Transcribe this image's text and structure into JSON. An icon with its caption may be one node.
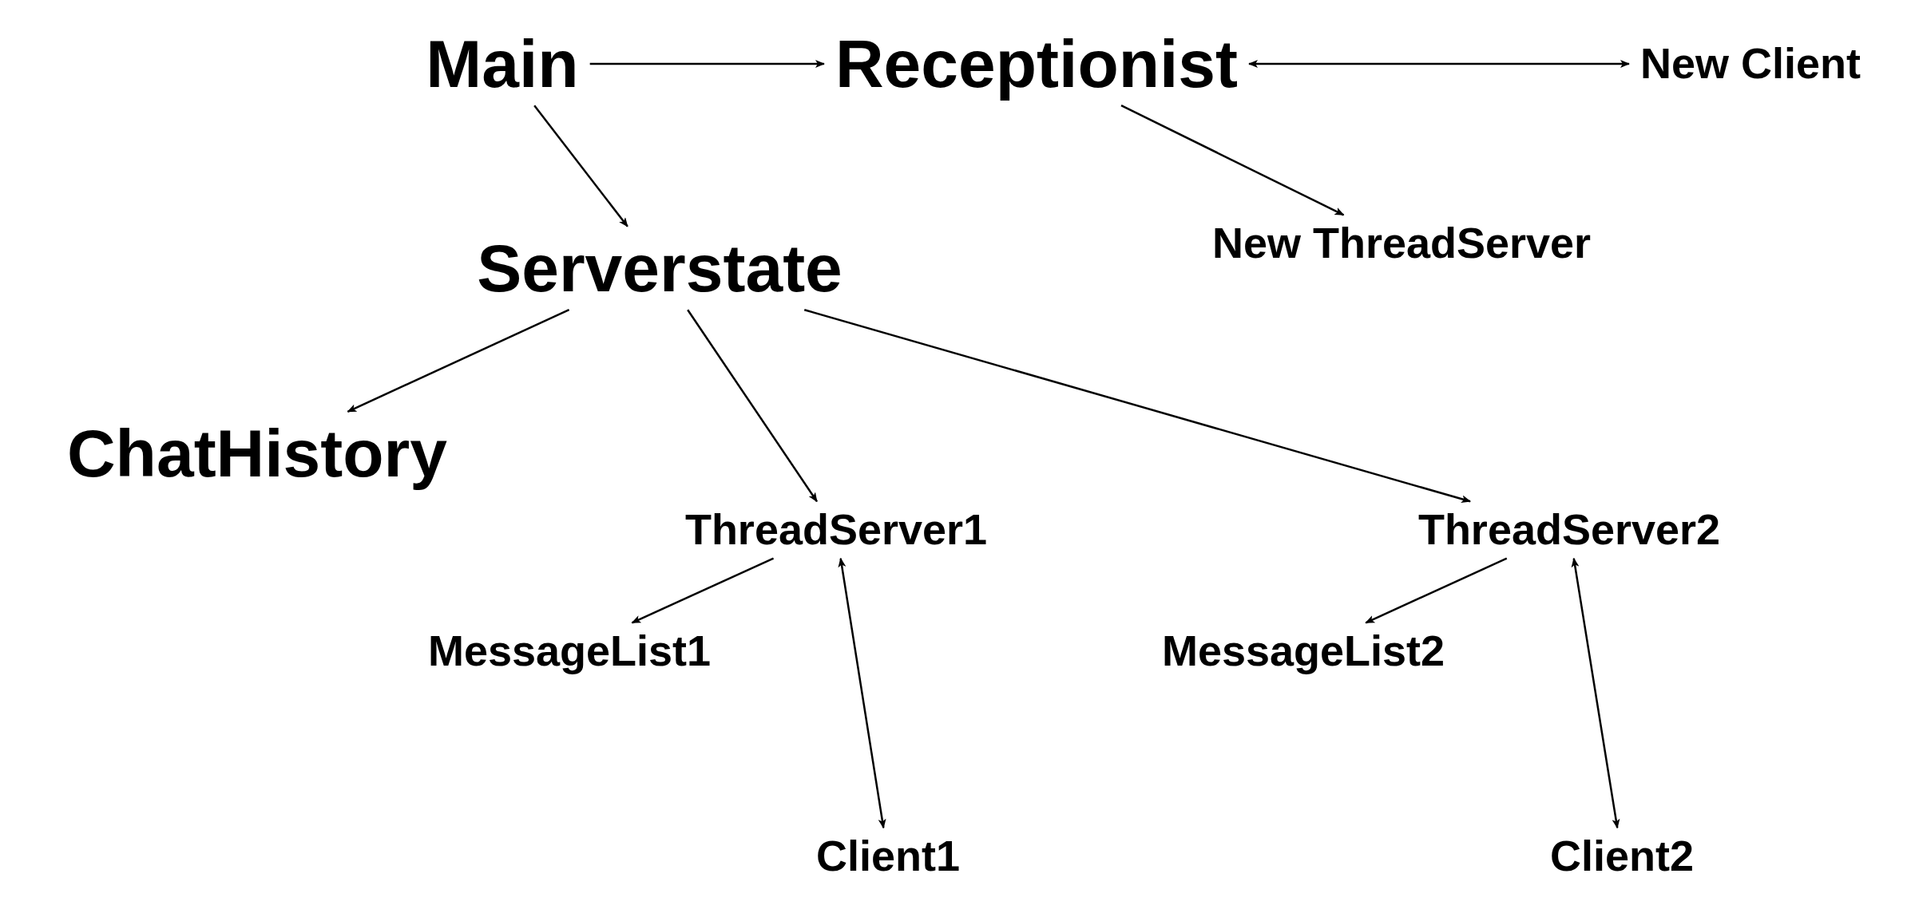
{
  "diagram": {
    "nodes": [
      {
        "text": [
          "Main"
        ]
      },
      {
        "text": [
          "Receptionist"
        ]
      },
      {
        "text": [
          "New Client"
        ]
      },
      {
        "text": [
          "Serverstate"
        ]
      },
      {
        "text": [
          "New ThreadServer"
        ]
      },
      {
        "text": [
          "ChatHistory"
        ]
      },
      {
        "text": [
          "ThreadServer1"
        ]
      },
      {
        "text": [
          "ThreadServer2"
        ]
      },
      {
        "text": [
          "MessageList1"
        ]
      },
      {
        "text": [
          "MessageList2"
        ]
      },
      {
        "text": [
          "Client1"
        ]
      },
      {
        "text": [
          "Client2"
        ]
      }
    ],
    "edges": [
      {
        "from": 0,
        "to": 1,
        "arrow": "to"
      },
      {
        "from": 1,
        "to": 2,
        "arrow": "both"
      },
      {
        "from": 0,
        "to": 3,
        "arrow": "to"
      },
      {
        "from": 1,
        "to": 4,
        "arrow": "to"
      },
      {
        "from": 3,
        "to": 5,
        "arrow": "to"
      },
      {
        "from": 3,
        "to": 6,
        "arrow": "to"
      },
      {
        "from": 3,
        "to": 7,
        "arrow": "to"
      },
      {
        "from": 6,
        "to": 8,
        "arrow": "to"
      },
      {
        "from": 6,
        "to": 10,
        "arrow": "both"
      },
      {
        "from": 7,
        "to": 9,
        "arrow": "to"
      },
      {
        "from": 7,
        "to": 11,
        "arrow": "both"
      }
    ]
  }
}
